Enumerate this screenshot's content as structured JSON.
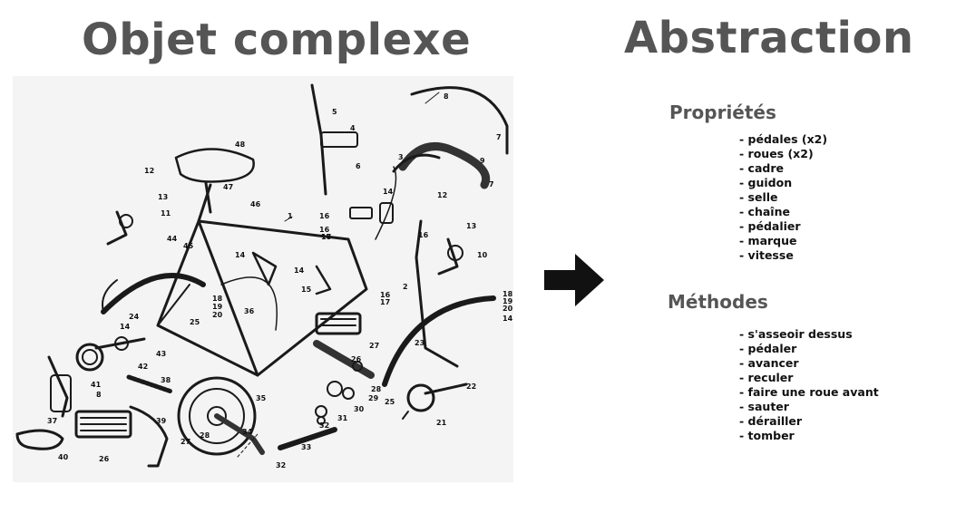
{
  "left_title": "Objet complexe",
  "right_title": "Abstraction",
  "properties": {
    "title": "Propriétés",
    "items": [
      "pédales (x2)",
      "roues (x2)",
      "cadre",
      "guidon",
      "selle",
      "chaîne",
      "pédalier",
      "marque",
      "vitesse"
    ]
  },
  "methods": {
    "title": "Méthodes",
    "items": [
      "s'asseoir dessus",
      "pédaler",
      "avancer",
      "reculer",
      "faire une roue avant",
      "sauter",
      "dérailler",
      "tomber"
    ]
  },
  "drawing": {
    "description_icon": "exploded-bicycle-diagram",
    "part_numbers": [
      "1",
      "2",
      "3",
      "4",
      "5",
      "6",
      "7",
      "8",
      "9",
      "10",
      "11",
      "12",
      "13",
      "14",
      "15",
      "16",
      "17",
      "18",
      "19",
      "20",
      "21",
      "22",
      "23",
      "24",
      "25",
      "26",
      "27",
      "28",
      "29",
      "30",
      "31",
      "32",
      "33",
      "34",
      "35",
      "36",
      "37",
      "38",
      "39",
      "40",
      "41",
      "42",
      "43",
      "44",
      "45",
      "46",
      "47",
      "48"
    ]
  },
  "arrow_icon": "right-arrow-icon"
}
